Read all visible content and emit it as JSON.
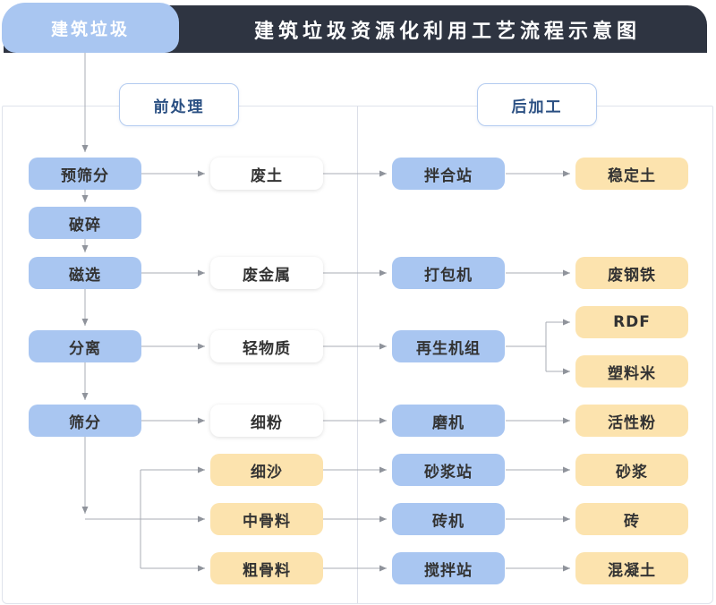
{
  "header": {
    "tab_label": "建筑垃圾",
    "title": "建筑垃圾资源化利用工艺流程示意图"
  },
  "sections": {
    "pre": "前处理",
    "post": "后加工"
  },
  "flow": {
    "source": "建筑垃圾",
    "process": [
      "预筛分",
      "破碎",
      "磁选",
      "分离",
      "筛分"
    ],
    "materials": [
      "废土",
      "废金属",
      "轻物质",
      "细粉",
      "细沙",
      "中骨料",
      "粗骨料"
    ],
    "equipment": [
      "拌合站",
      "打包机",
      "再生机组",
      "磨机",
      "砂浆站",
      "砖机",
      "搅拌站"
    ],
    "products": [
      "稳定土",
      "废钢铁",
      "RDF",
      "塑料米",
      "活性粉",
      "砂浆",
      "砖",
      "混凝土"
    ]
  },
  "edges": [
    {
      "from": "建筑垃圾",
      "to": "预筛分"
    },
    {
      "from": "预筛分",
      "to": "破碎"
    },
    {
      "from": "破碎",
      "to": "磁选"
    },
    {
      "from": "磁选",
      "to": "分离"
    },
    {
      "from": "分离",
      "to": "筛分"
    },
    {
      "from": "预筛分",
      "to": "废土"
    },
    {
      "from": "磁选",
      "to": "废金属"
    },
    {
      "from": "分离",
      "to": "轻物质"
    },
    {
      "from": "筛分",
      "to": "细粉"
    },
    {
      "from": "筛分",
      "to": "细沙"
    },
    {
      "from": "筛分",
      "to": "中骨料"
    },
    {
      "from": "筛分",
      "to": "粗骨料"
    },
    {
      "from": "废土",
      "to": "拌合站"
    },
    {
      "from": "废金属",
      "to": "打包机"
    },
    {
      "from": "轻物质",
      "to": "再生机组"
    },
    {
      "from": "细粉",
      "to": "磨机"
    },
    {
      "from": "细沙",
      "to": "砂浆站"
    },
    {
      "from": "中骨料",
      "to": "砖机"
    },
    {
      "from": "粗骨料",
      "to": "搅拌站"
    },
    {
      "from": "拌合站",
      "to": "稳定土"
    },
    {
      "from": "打包机",
      "to": "废钢铁"
    },
    {
      "from": "再生机组",
      "to": "RDF"
    },
    {
      "from": "再生机组",
      "to": "塑料米"
    },
    {
      "from": "磨机",
      "to": "活性粉"
    },
    {
      "from": "砂浆站",
      "to": "砂浆"
    },
    {
      "from": "砖机",
      "to": "砖"
    },
    {
      "from": "搅拌站",
      "to": "混凝土"
    }
  ],
  "colors": {
    "header_bar": "#2e3441",
    "header_text": "#ffffff",
    "process_box_blue": "#a9c6f1",
    "product_box_yellow": "#fce3ae",
    "material_box_white": "#ffffff",
    "box_text": "#333333",
    "section_border": "#b3cbf0",
    "section_text": "#2a4f82",
    "arrow": "#8f939b",
    "panel_border": "#dfe3ec"
  }
}
